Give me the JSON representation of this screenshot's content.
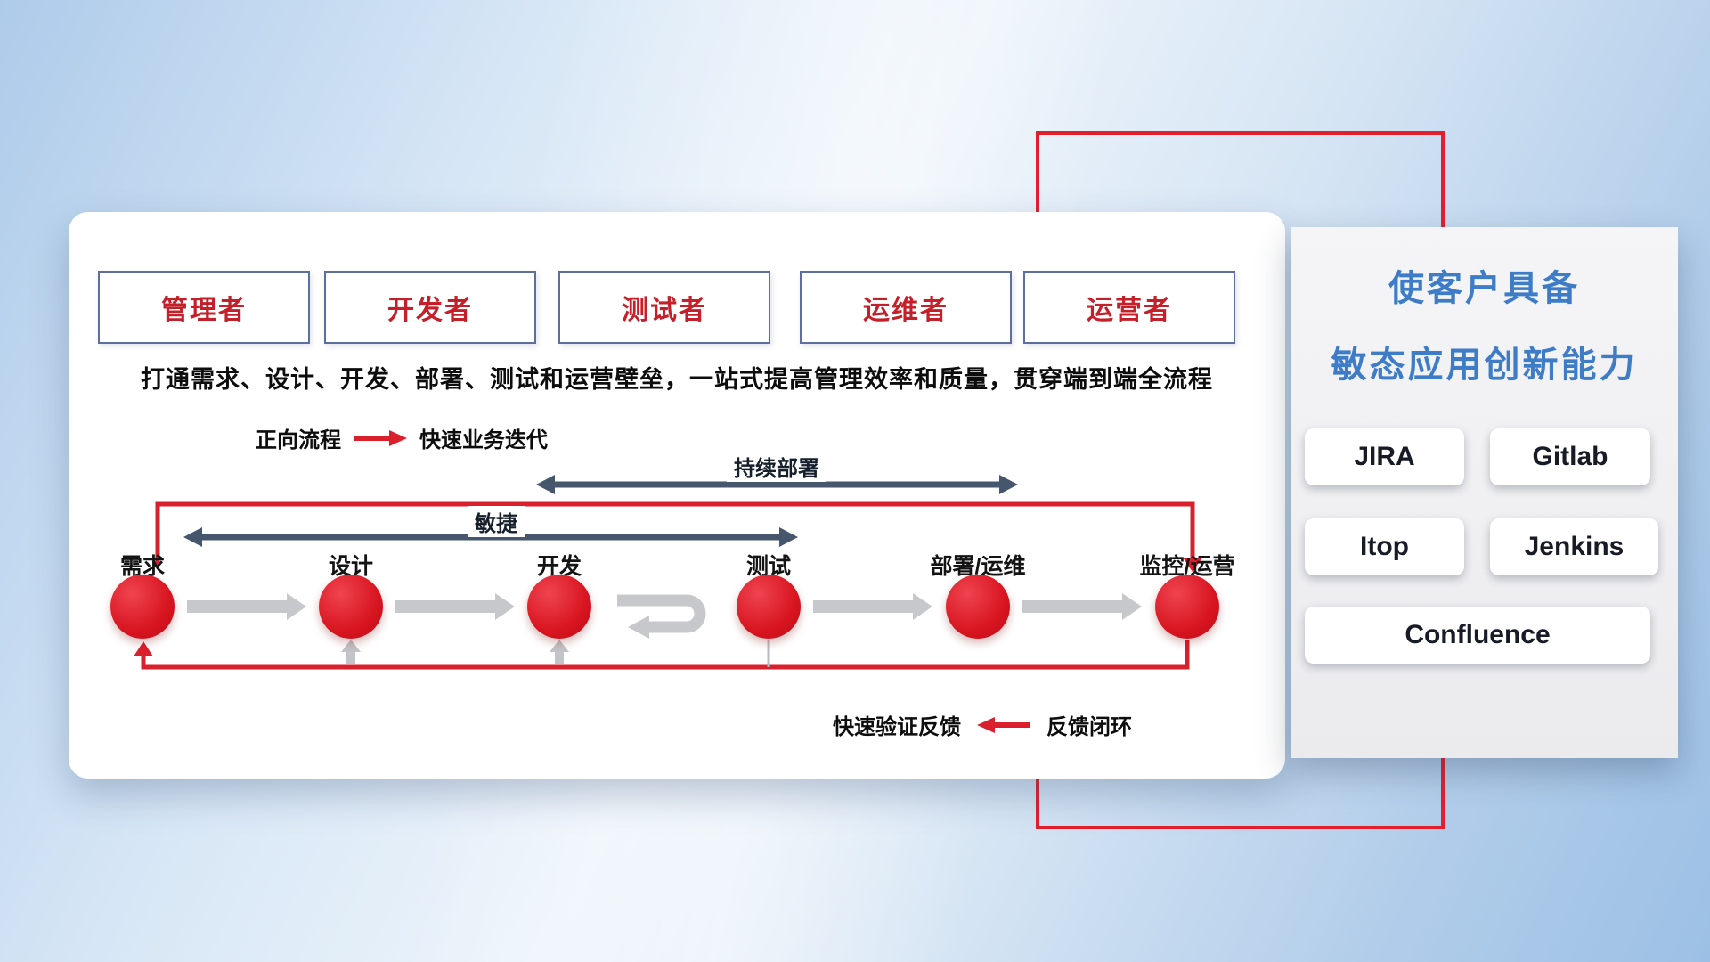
{
  "roles": [
    "管理者",
    "开发者",
    "测试者",
    "运维者",
    "运营者"
  ],
  "description": "打通需求、设计、开发、部署、测试和运营壁垒，一站式提高管理效率和质量，贯穿端到端全流程",
  "legend_forward": {
    "label": "正向流程",
    "value": "快速业务迭代"
  },
  "legend_feedback": {
    "label": "快速验证反馈",
    "value": "反馈闭环"
  },
  "flow": {
    "stages": [
      "需求",
      "设计",
      "开发",
      "测试",
      "部署/运维",
      "监控/运营"
    ],
    "agile_label": "敏捷",
    "continuous_deploy_label": "持续部署"
  },
  "right_panel": {
    "title_line1": "使客户具备",
    "title_line2": "敏态应用创新能力",
    "tools": [
      "JIRA",
      "Gitlab",
      "Itop",
      "Jenkins",
      "Confluence"
    ]
  },
  "colors": {
    "accent_red": "#da1f2d",
    "arrow_dark": "#46566c",
    "arrow_gray": "#c6c8cb",
    "title_blue": "#3e7cc7",
    "role_text": "#c51f2a",
    "role_border": "#5c6fa0"
  }
}
